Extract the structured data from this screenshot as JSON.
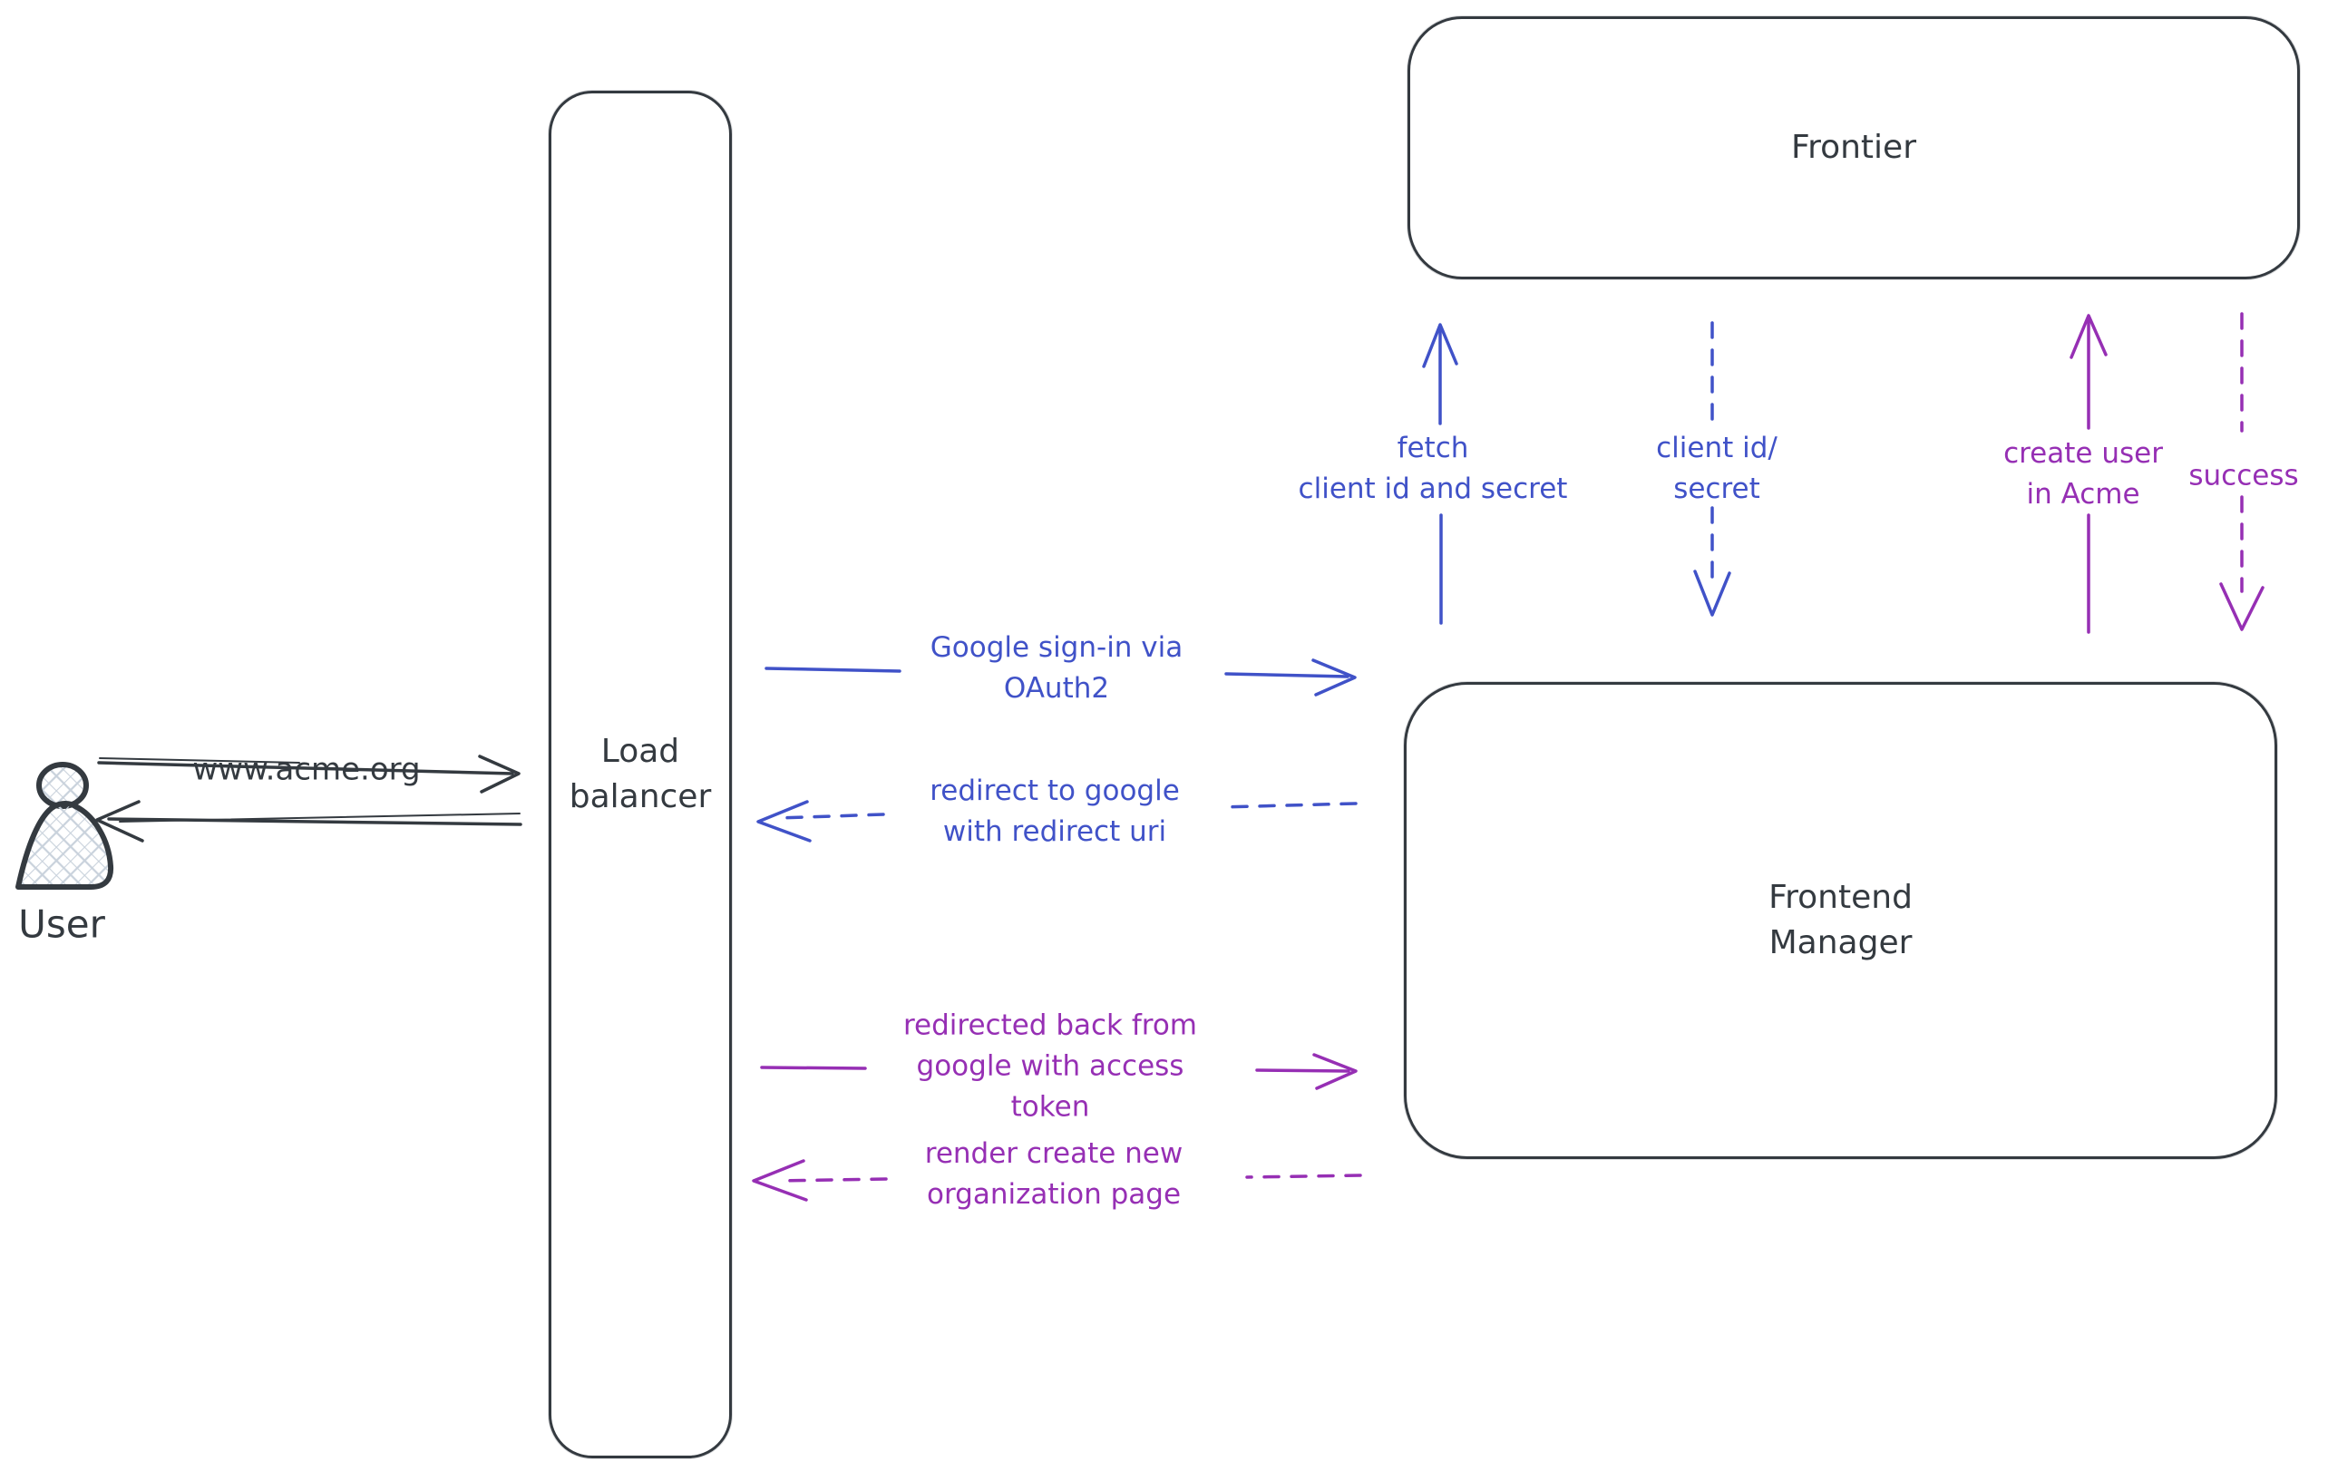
{
  "diagram_type": "hand-drawn architecture flow diagram",
  "colors": {
    "dark": "#343a40",
    "blue": "#4052c8",
    "purple": "#962fb4",
    "background": "#ffffff",
    "user_fill_hatch": "#c9d2dc"
  },
  "nodes": {
    "user": {
      "label": "User",
      "shape": "person-icon"
    },
    "load_balancer": {
      "label": "Load\nbalancer",
      "shape": "tall-rounded-rect"
    },
    "frontier": {
      "label": "Frontier",
      "shape": "wide-rounded-rect"
    },
    "frontend_manager": {
      "label": "Frontend\nManager",
      "shape": "rounded-rect"
    }
  },
  "edges": [
    {
      "id": "www",
      "label": "www.acme.org",
      "from": "user",
      "to": "load_balancer",
      "style": "solid",
      "color": "dark",
      "direction": "right"
    },
    {
      "id": "reply-to-user",
      "label": "",
      "from": "load_balancer",
      "to": "user",
      "style": "solid",
      "color": "dark",
      "direction": "left"
    },
    {
      "id": "google-signin",
      "label": "Google sign-in via\nOAuth2",
      "from": "load_balancer",
      "to": "frontend_manager",
      "style": "solid",
      "color": "blue",
      "direction": "right"
    },
    {
      "id": "redirect-google",
      "label": "redirect to google\nwith redirect uri",
      "from": "frontend_manager",
      "to": "load_balancer",
      "style": "dashed",
      "color": "blue",
      "direction": "left"
    },
    {
      "id": "fetch-client",
      "label": "fetch\nclient id and secret",
      "from": "frontend_manager",
      "to": "frontier",
      "style": "solid",
      "color": "blue",
      "direction": "up"
    },
    {
      "id": "client-id-secret",
      "label": "client id/\nsecret",
      "from": "frontier",
      "to": "frontend_manager",
      "style": "dashed",
      "color": "blue",
      "direction": "down"
    },
    {
      "id": "create-user",
      "label": "create user\nin Acme",
      "from": "frontend_manager",
      "to": "frontier",
      "style": "solid",
      "color": "purple",
      "direction": "up"
    },
    {
      "id": "success",
      "label": "success",
      "from": "frontier",
      "to": "frontend_manager",
      "style": "dashed",
      "color": "purple",
      "direction": "down"
    },
    {
      "id": "redirected-back",
      "label": "redirected back from\ngoogle with access\ntoken",
      "from": "load_balancer",
      "to": "frontend_manager",
      "style": "solid",
      "color": "purple",
      "direction": "right"
    },
    {
      "id": "render-page",
      "label": "render create new\norganization page",
      "from": "frontend_manager",
      "to": "load_balancer",
      "style": "dashed",
      "color": "purple",
      "direction": "left"
    }
  ]
}
